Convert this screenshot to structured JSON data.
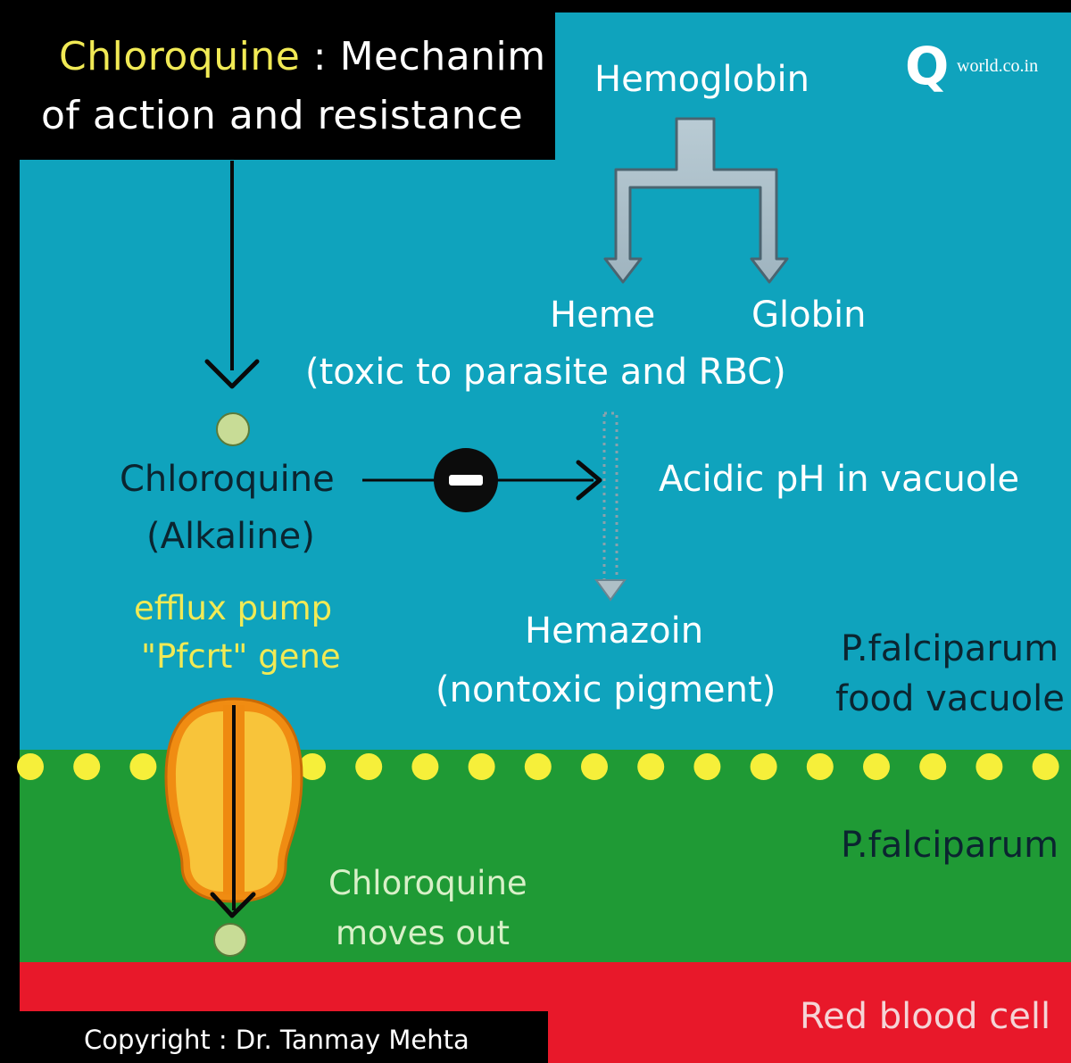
{
  "title": {
    "drug": "Chloroquine",
    "separator": " : ",
    "line1_rest": "Mechanim",
    "line2": "of action and resistance"
  },
  "logo": {
    "letter": "Q",
    "text": "world.co.in"
  },
  "nodes": {
    "hemoglobin": "Hemoglobin",
    "heme": "Heme",
    "globin": "Globin",
    "toxic_note": "(toxic to parasite and RBC)",
    "chloroquine": "Chloroquine",
    "alkaline": "(Alkaline)",
    "acidic": "Acidic pH in vacuole",
    "hemazoin": "Hemazoin",
    "nontoxic": "(nontoxic pigment)",
    "efflux1": "efflux pump",
    "efflux2": "\"Pfcrt\" gene",
    "moves1": "Chloroquine",
    "moves2": "moves out",
    "inhibit_symbol": "−"
  },
  "regions": {
    "vacuole1": "P.falciparum",
    "vacuole2": "food vacuole",
    "parasite": "P.falciparum",
    "rbc": "Red blood cell"
  },
  "footer": {
    "copyright": "Copyright : Dr. Tanmay Mehta"
  },
  "colors": {
    "vacuole": "#0fa3bd",
    "parasite": "#1f9a35",
    "rbc": "#e8182a",
    "title_accent": "#f1ea55",
    "membrane_dots": "#f6ef3a",
    "pump": "#f3a71e"
  }
}
